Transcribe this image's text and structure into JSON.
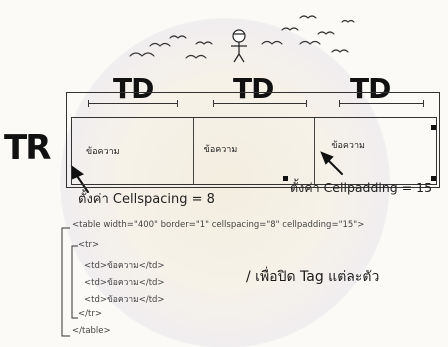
{
  "diagram": {
    "td_labels": [
      "TD",
      "TD",
      "TD"
    ],
    "tr_label": "TR",
    "cells": [
      "ข้อความ",
      "ข้อความ",
      "ข้อความ"
    ],
    "annotations": {
      "cellspacing": "ตั้งค่า Cellspacing = 8",
      "cellpadding": "ตั้งค่า Cellpadding = 15"
    },
    "code_lines": [
      "<table width=\"400\" border=\"1\" cellspacing=\"8\" cellpadding=\"15\">",
      "<tr>",
      "<td>ข้อความ</td>",
      "<td>ข้อความ</td>",
      "<td>ข้อความ</td>",
      "</tr>",
      "</table>"
    ],
    "note": "/ เพื่อปิด Tag แต่ละตัว"
  }
}
